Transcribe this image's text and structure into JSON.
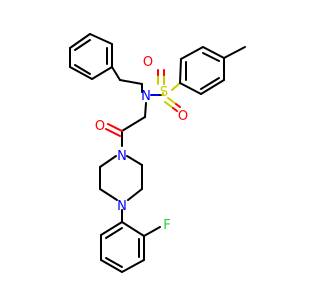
{
  "atoms": {
    "S": {
      "label": "S",
      "color": "#cccc00"
    },
    "O1": {
      "label": "O",
      "color": "#ff0000"
    },
    "O2": {
      "label": "O",
      "color": "#ff0000"
    },
    "O3": {
      "label": "O",
      "color": "#ff0000"
    },
    "N1": {
      "label": "N",
      "color": "#0000ff"
    },
    "N2": {
      "label": "N",
      "color": "#0000ff"
    },
    "N3": {
      "label": "N",
      "color": "#0000ff"
    },
    "F": {
      "label": "F",
      "color": "#33cc33"
    }
  }
}
